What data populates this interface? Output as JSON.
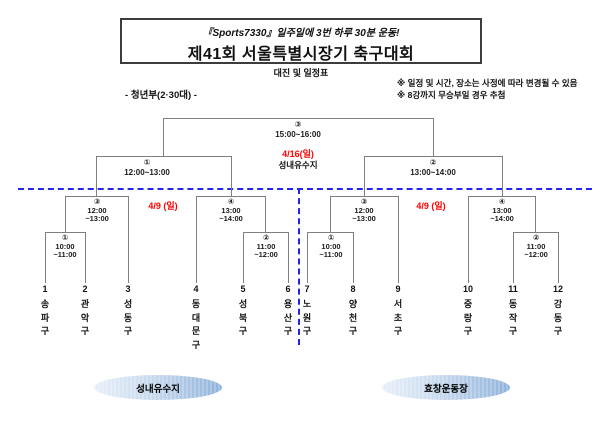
{
  "header": {
    "slogan": "『Sports7330』일주일에 3번 하루 30분 운동!",
    "title": "제41회 서울특별시장기 축구대회",
    "subtitle": "대진 및 일정표",
    "notes": [
      "※ 일정 및 시간, 장소는 사정에 따라 변경될 수 있음",
      "※ 8강까지 무승부일 경우 추첨"
    ],
    "division": "- 청년부(2·30대) -"
  },
  "bracket": {
    "final": {
      "num": "③",
      "time": "15:00~16:00",
      "date": "4/16(일)",
      "venue": "성내유수지"
    },
    "semifinals": [
      {
        "num": "①",
        "time": "12:00~13:00"
      },
      {
        "num": "②",
        "time": "13:00~14:00"
      }
    ],
    "round_dates": [
      {
        "date": "4/9 (일)"
      },
      {
        "date": "4/9 (일)"
      }
    ],
    "quarterfinals": [
      {
        "num": "③",
        "time1": "12:00",
        "time2": "~13:00"
      },
      {
        "num": "④",
        "time1": "13:00",
        "time2": "~14:00"
      },
      {
        "num": "③",
        "time1": "12:00",
        "time2": "~13:00"
      },
      {
        "num": "④",
        "time1": "13:00",
        "time2": "~14:00"
      }
    ],
    "round1": [
      {
        "num": "①",
        "time1": "10:00",
        "time2": "~11:00"
      },
      {
        "num": "②",
        "time1": "11:00",
        "time2": "~12:00"
      },
      {
        "num": "①",
        "time1": "10:00",
        "time2": "~11:00"
      },
      {
        "num": "②",
        "time1": "11:00",
        "time2": "~12:00"
      }
    ]
  },
  "teams": [
    {
      "no": "1",
      "name": "송파구"
    },
    {
      "no": "2",
      "name": "관악구"
    },
    {
      "no": "3",
      "name": "성동구"
    },
    {
      "no": "4",
      "name": "동대문구"
    },
    {
      "no": "5",
      "name": "성북구"
    },
    {
      "no": "6",
      "name": "용산구"
    },
    {
      "no": "7",
      "name": "노원구"
    },
    {
      "no": "8",
      "name": "양천구"
    },
    {
      "no": "9",
      "name": "서초구"
    },
    {
      "no": "10",
      "name": "중랑구"
    },
    {
      "no": "11",
      "name": "동작구"
    },
    {
      "no": "12",
      "name": "강동구"
    }
  ],
  "venue_labels": [
    {
      "name": "성내유수지"
    },
    {
      "name": "효창운동장"
    }
  ],
  "colors": {
    "bracket_line": "#7f7f7f",
    "divider_dash": "#2424ec",
    "date_red": "#ff0000",
    "ellipse_light": "#e9f0f9",
    "ellipse_dark": "#8fb2da",
    "text": "#111111"
  }
}
